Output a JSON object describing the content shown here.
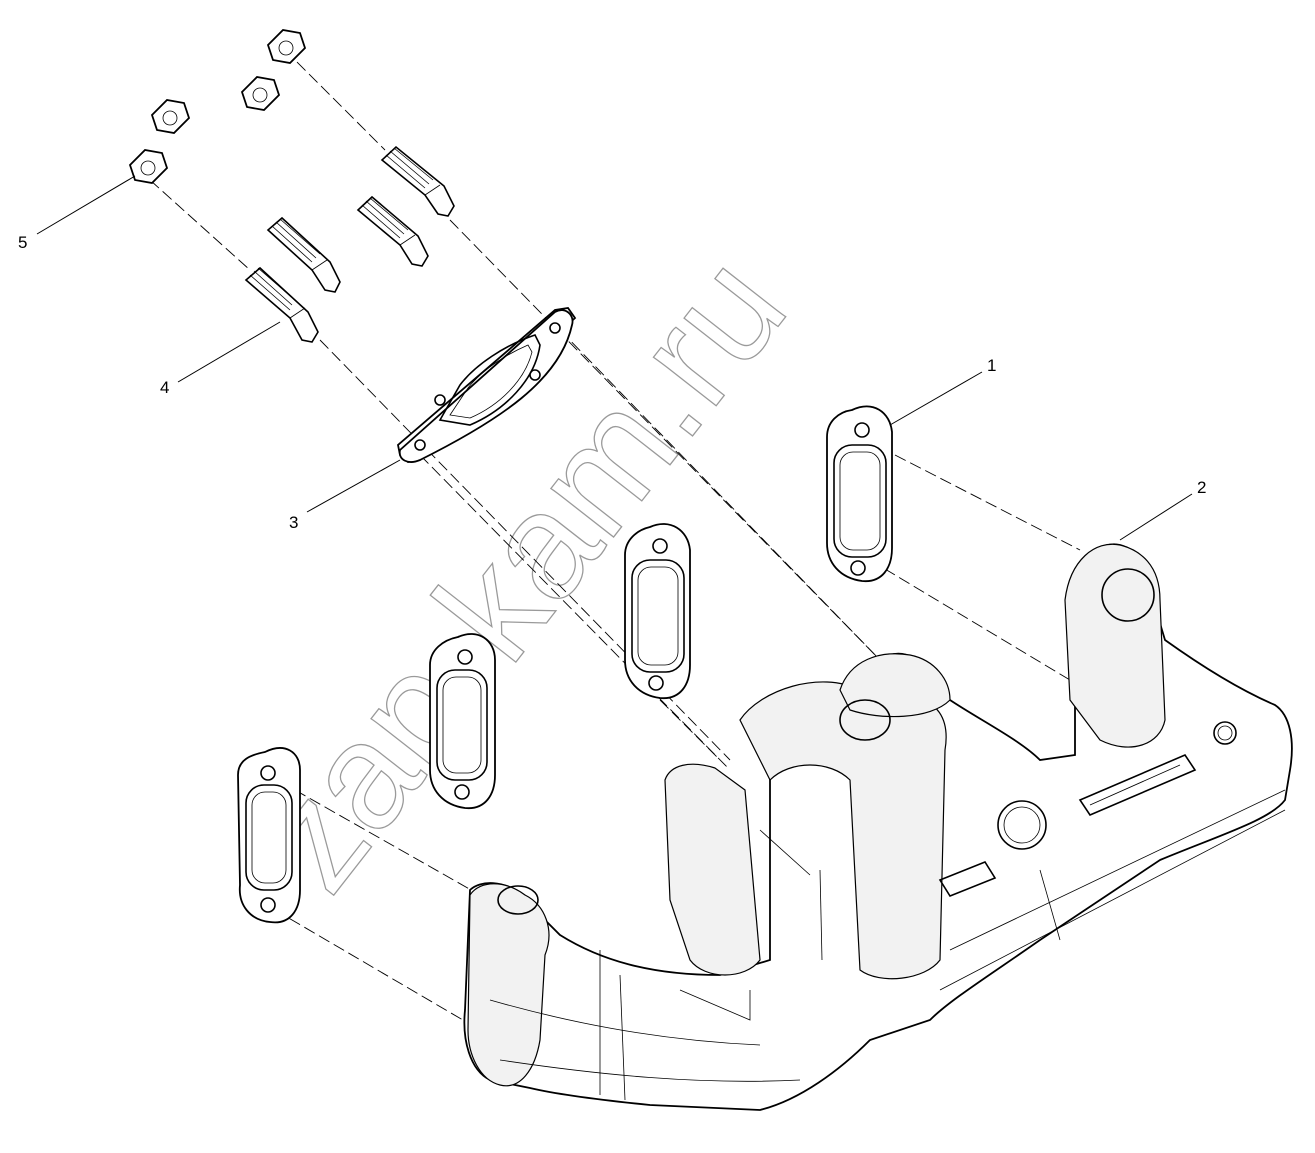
{
  "callouts": {
    "c1": "1",
    "c2": "2",
    "c3": "3",
    "c4": "4",
    "c5": "5"
  },
  "watermark": "zap-kam.ru"
}
